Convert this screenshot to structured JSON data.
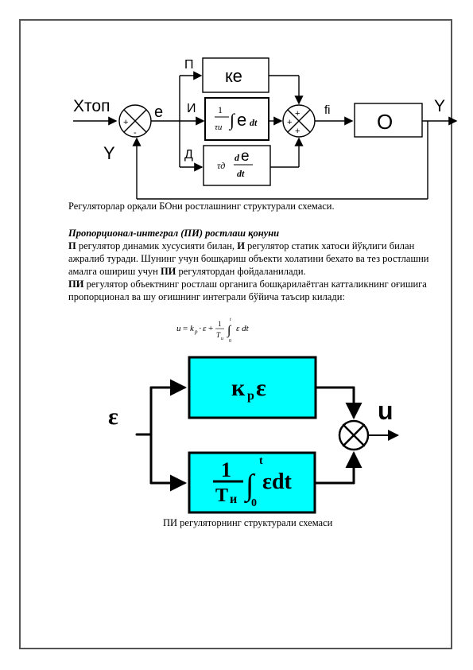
{
  "diagram1": {
    "input_label": "Xтоп",
    "error_label": "e",
    "feedback_label": "Y",
    "branch_p": "П",
    "branch_i": "И",
    "branch_d": "Д",
    "block_p": "кe",
    "block_i_num": "1",
    "block_i_den": "τи",
    "block_i_integral": "∫",
    "block_i_body": "e",
    "block_i_dt": "dt",
    "block_d_tau": "τд",
    "block_d_num_d": "d",
    "block_d_num_e": "e",
    "block_d_den": "dt",
    "sum_out_label": "fi",
    "plant": "O",
    "output_label": "Y",
    "sum1_plus": "+",
    "sum1_minus": "-",
    "sum2_plus_top": "+",
    "sum2_plus_left": "+",
    "sum2_plus_bottom": "+"
  },
  "caption1": "Регуляторлар орқали БОни ростлашнинг структурали схемаси.",
  "section": {
    "heading": "Пропорционал-интеграл (ПИ) ростлаш қонуни",
    "p_bold_1": "П",
    "p_text_1": " регулятор динамик хусусияти билан, ",
    "p_bold_2": "И",
    "p_text_2": " регулятор статик хатоси йўқлиги билан ажралиб туради. Шунинг учун бошқариш объекти холатини бехато ва тез ростлашни амалга ошириш учун ",
    "p_bold_3": "ПИ",
    "p_text_3": " регулятордан фойдаланилади.",
    "p2_bold": "ПИ",
    "p2_text": " регулятор объектнинг ростлаш органига бошқарилаётган катталикнинг оғишига пропорционал ва шу оғишнинг интеграли бўйича таъсир килади:"
  },
  "formula": {
    "lhs": "u",
    "eq": "=",
    "k": "k",
    "k_sub": "р",
    "dot": "·",
    "eps": "ε",
    "plus": "+",
    "frac_num": "1",
    "frac_den": "T",
    "frac_den_sub": "и",
    "int": "∫",
    "int_upper": "t",
    "int_lower": "0",
    "int_body": "ε dt"
  },
  "diagram2": {
    "input_label": "ε",
    "output_label": "u",
    "block_top_k": "к",
    "block_top_sub": "р",
    "block_top_eps": "ε",
    "block_bot_num": "1",
    "block_bot_den": "T",
    "block_bot_den_sub": "и",
    "block_bot_int": "∫",
    "block_bot_upper": "t",
    "block_bot_lower": "0",
    "block_bot_body": "εdt",
    "fill_color": "#00ffff"
  },
  "caption2": "ПИ регуляторнинг структурали схемаси"
}
